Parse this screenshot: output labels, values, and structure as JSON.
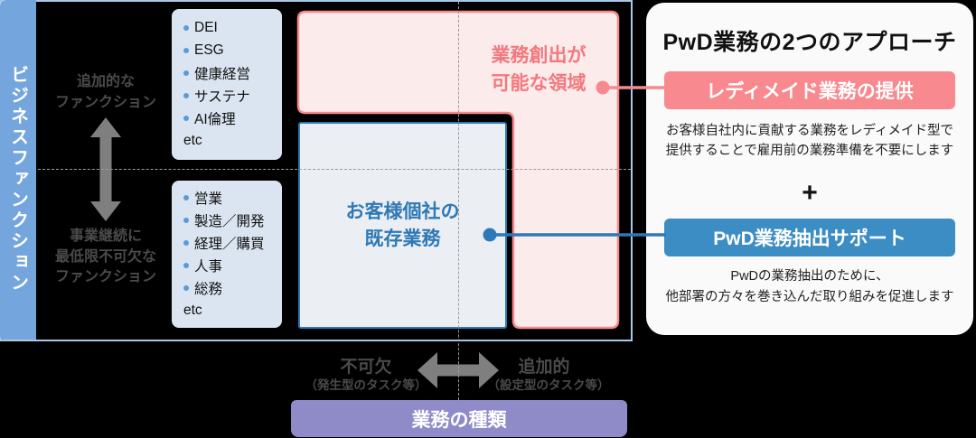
{
  "diagram": {
    "y_axis_label": "ビジネスファンクション",
    "top_function_label": "追加的な\nファンクション",
    "bottom_function_label": "事業継続に\n最低限不可欠な\nファンクション",
    "additional_functions": {
      "items": [
        "DEI",
        "ESG",
        "健康経営",
        "サステナ",
        "AI倫理"
      ],
      "etc_label": "etc"
    },
    "essential_functions": {
      "items": [
        "営業",
        "製造／開発",
        "経理／購買",
        "人事",
        "総務"
      ],
      "etc_label": "etc"
    },
    "creation_area_label": "業務創出が\n可能な領域",
    "existing_work_label": "お客様個社の\n既存業務",
    "x_axis": {
      "left_label": "不可欠",
      "left_sub": "（発生型のタスク等）",
      "right_label": "追加的",
      "right_sub": "（設定型のタスク等）",
      "title": "業務の種類"
    }
  },
  "panel": {
    "title": "PwD業務の2つのアプローチ",
    "approach1": {
      "header": "レディメイド業務の提供",
      "body": "お客様自社内に貢献する業務をレディメイド型で\n提供することで雇用前の業務準備を不要にします"
    },
    "plus": "+",
    "approach2": {
      "header": "PwD業務抽出サポート",
      "body": "PwDの業務抽出のために、\n他部署の方々を巻き込んだ取り組みを促進します"
    }
  },
  "colors": {
    "background": "#000000",
    "matrix_border": "#a9c7e9",
    "side_bar_blue": "#74a5dc",
    "pink_fill": "#fcebeb",
    "pink_stroke": "#f5898d",
    "blue_accent": "#2e79b5",
    "header_blue": "#3b8dc4",
    "list_box_bg": "#dbe5f1",
    "bullet_blue": "#5b9bd5",
    "purple_bar": "#8f8bc8",
    "gray_arrow": "#7f7f7f"
  }
}
